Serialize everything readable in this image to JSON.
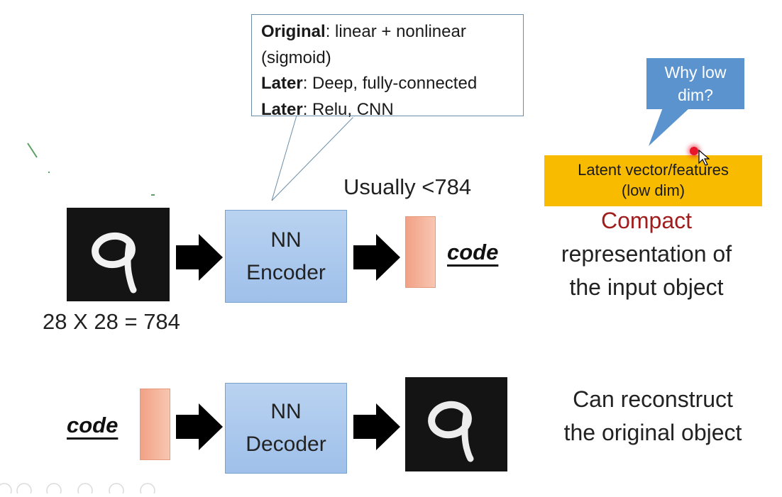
{
  "callout": {
    "line1_bold": "Original",
    "line1_rest": ": linear + nonlinear",
    "line2": "(sigmoid)",
    "line3_bold": "Later",
    "line3_rest": ": Deep, fully-connected",
    "line4_bold": "Later",
    "line4_rest": ": Relu, CNN"
  },
  "encoder": {
    "line1": "NN",
    "line2": "Encoder"
  },
  "decoder": {
    "line1": "NN",
    "line2": "Decoder"
  },
  "input_size_label": "28 X 28 = 784",
  "usually_label": "Usually <784",
  "code_label_top": "code",
  "code_label_bottom": "code",
  "why_bubble": {
    "line1": "Why low",
    "line2": "dim?"
  },
  "latent": {
    "line1": "Latent vector/features",
    "line2": "(low dim)"
  },
  "compact": {
    "word": "Compact",
    "line2": "representation of",
    "line3": "the input object"
  },
  "reconstruct": {
    "line1": "Can reconstruct",
    "line2": "the original object"
  },
  "colors": {
    "nn_box": "#a8c6ec",
    "code_bar": "#f4b39b",
    "why_bubble": "#5b93cf",
    "latent_box": "#f8bb00",
    "compact_text": "#a11d1d"
  }
}
